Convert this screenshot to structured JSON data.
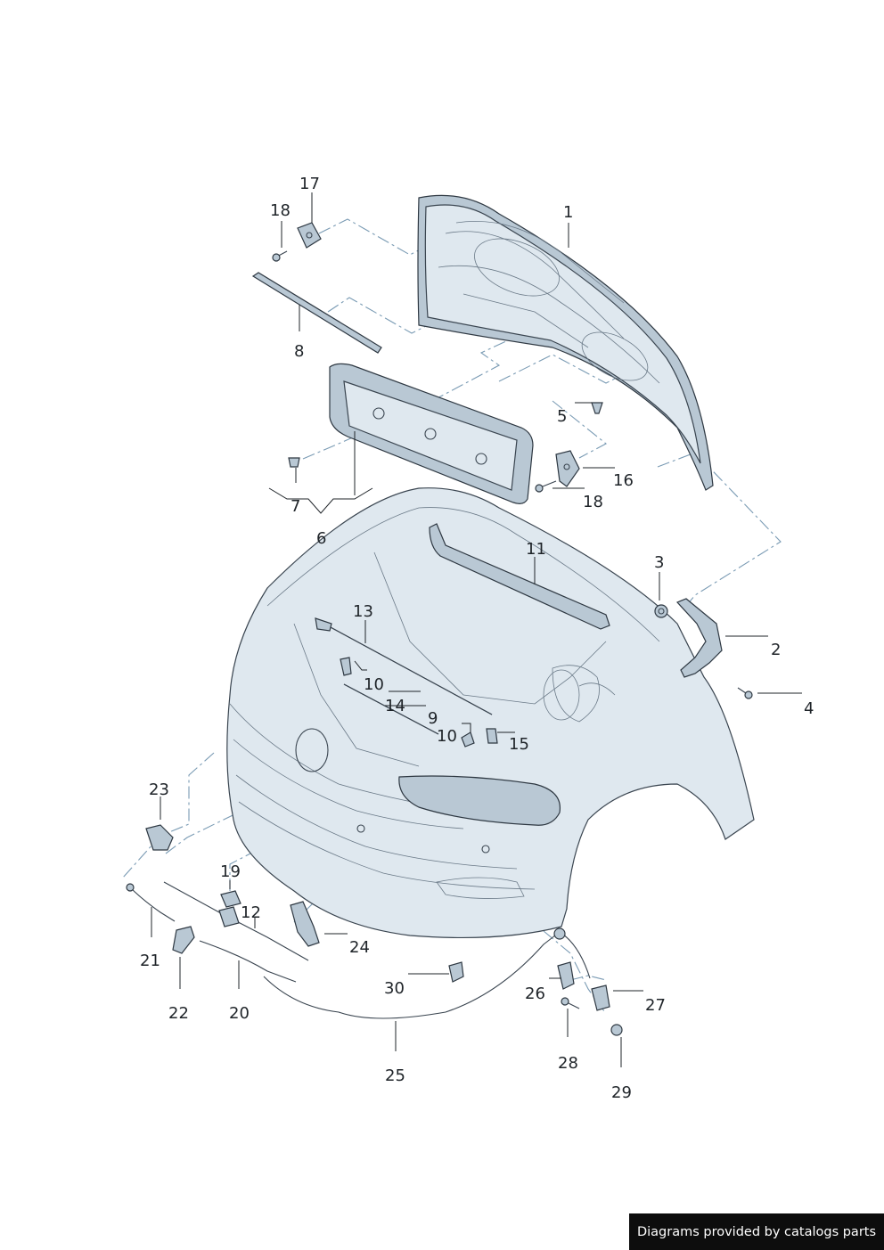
{
  "callouts": [
    "1",
    "2",
    "3",
    "4",
    "5",
    "6",
    "7",
    "8",
    "9",
    "10",
    "10",
    "11",
    "12",
    "13",
    "14",
    "15",
    "16",
    "17",
    "18",
    "18",
    "19",
    "20",
    "21",
    "22",
    "23",
    "24",
    "25",
    "26",
    "27",
    "28",
    "29",
    "30"
  ],
  "footer": {
    "text": "Diagrams provided by catalogs parts"
  }
}
